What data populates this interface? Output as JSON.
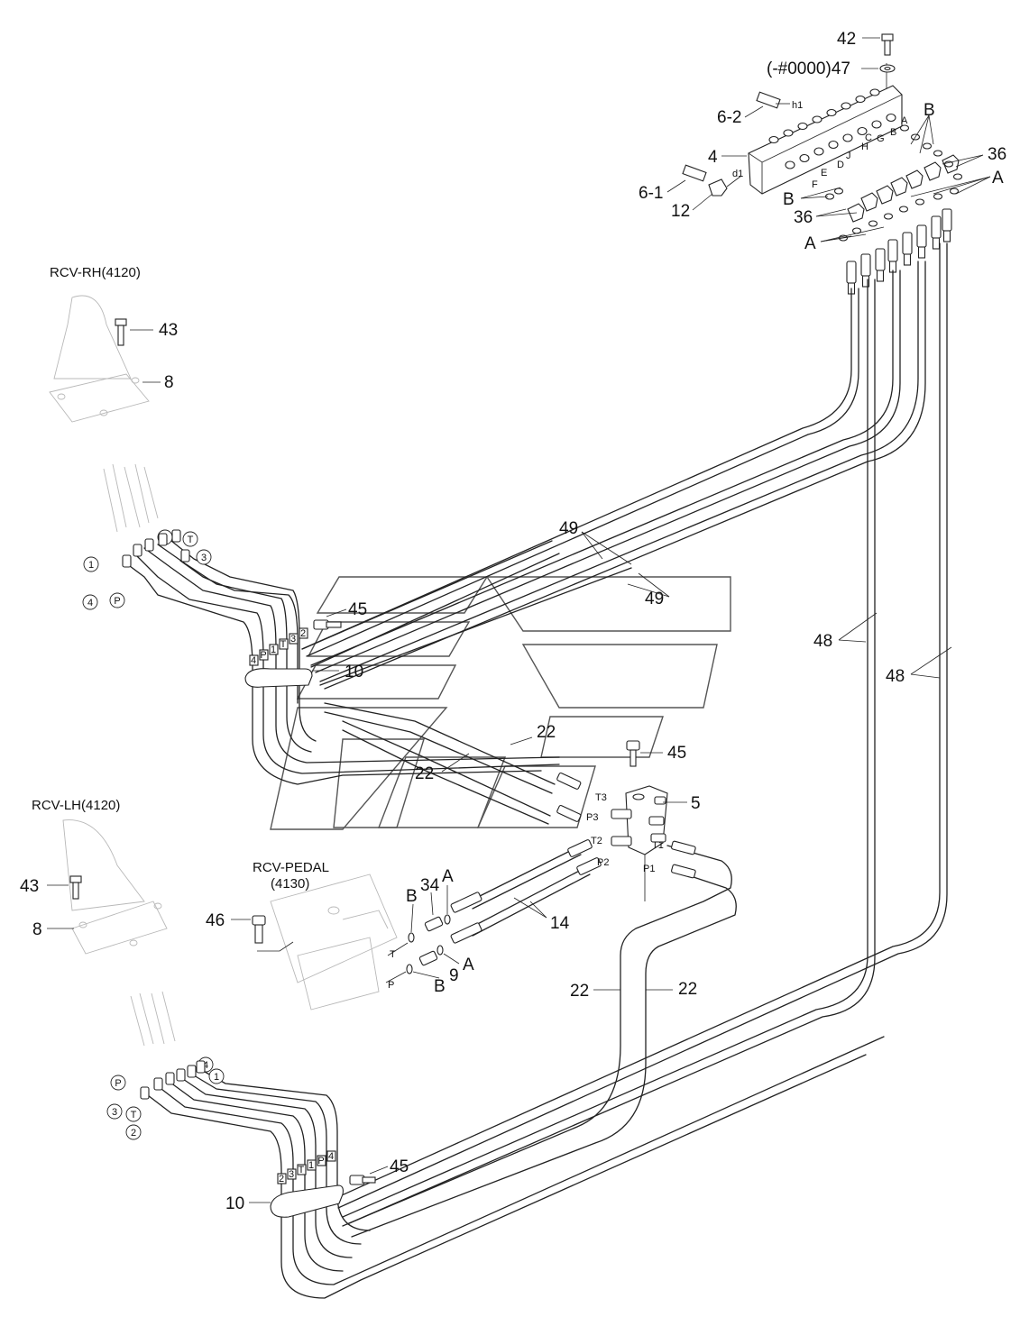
{
  "titles": {
    "rcv_rh": "RCV-RH(4120)",
    "rcv_lh": "RCV-LH(4120)",
    "rcv_pedal_1": "RCV-PEDAL",
    "rcv_pedal_2": "(4130)"
  },
  "callouts": {
    "c42": "42",
    "c47": "(-#0000)47",
    "c6_2": "6-2",
    "c4": "4",
    "c6_1": "6-1",
    "c12": "12",
    "cB_top": "B",
    "cB_mid": "B",
    "c36_top": "36",
    "c36_mid": "36",
    "cA_right": "A",
    "cA_left": "A",
    "c43_top": "43",
    "c8_top": "8",
    "c49_a": "49",
    "c49_b": "49",
    "c45_a": "45",
    "c10_a": "10",
    "c22_a": "22",
    "c22_b": "22",
    "c45_b": "45",
    "c5": "5",
    "c48_a": "48",
    "c48_b": "48",
    "c43_bot": "43",
    "c8_bot": "8",
    "c46": "46",
    "c34": "34",
    "cA_34": "A",
    "cB_34": "B",
    "c14": "14",
    "c9": "9",
    "cA_9": "A",
    "cB_9": "B",
    "c22_c": "22",
    "c22_d": "22",
    "c45_c": "45",
    "c10_b": "10"
  },
  "port_labels": {
    "h1": "h1",
    "d1": "d1",
    "A": "A",
    "B": "B",
    "C": "C",
    "D": "D",
    "E": "E",
    "F": "F",
    "G": "G",
    "H": "H",
    "J": "J",
    "T3": "T3",
    "P3": "P3",
    "T2": "T2",
    "P2": "P2",
    "T1": "T1",
    "P1": "P1",
    "T": "T",
    "P": "P"
  },
  "rh_circles": [
    "1",
    "2",
    "T",
    "3",
    "4",
    "P"
  ],
  "lh_circles": [
    "P",
    "4",
    "1",
    "3",
    "T",
    "2"
  ],
  "rh_pipe_tags": [
    "4",
    "P",
    "1",
    "T",
    "3",
    "2"
  ],
  "lh_pipe_tags": [
    "2",
    "3",
    "T",
    "1",
    "P",
    "4"
  ]
}
